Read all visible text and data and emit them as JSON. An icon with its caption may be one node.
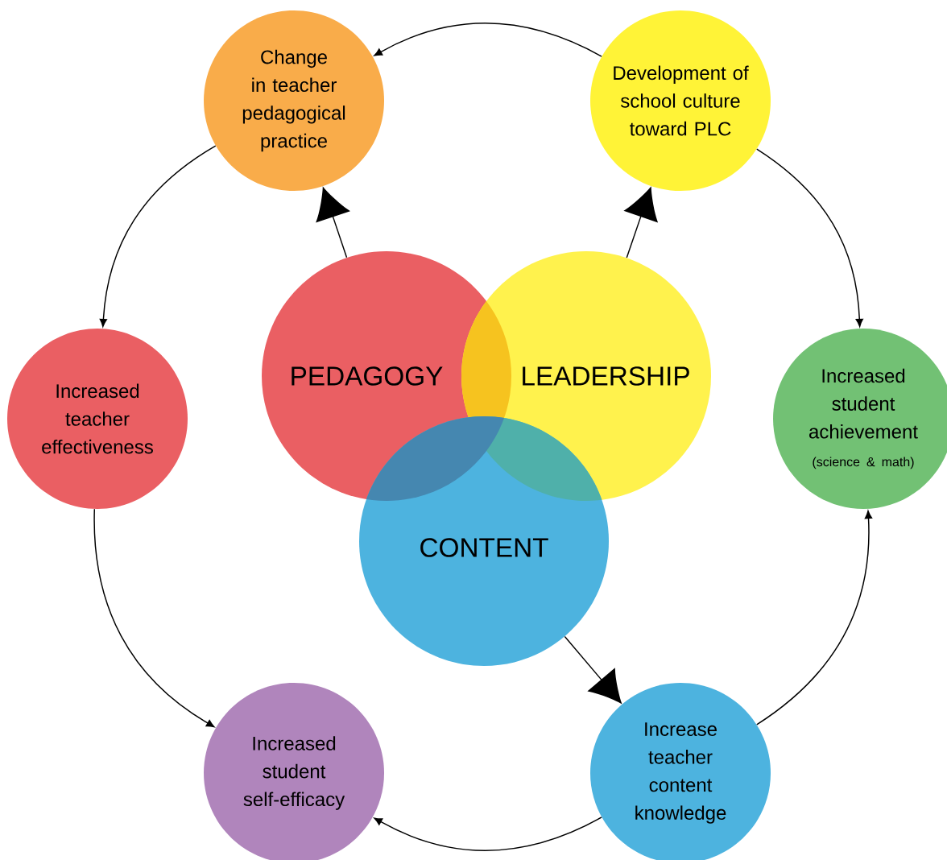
{
  "diagram": {
    "nodes": [
      {
        "text": [
          "Change in teacher pedagogical practice"
        ]
      },
      {
        "text": [
          "Development of school culture toward PLC"
        ]
      },
      {
        "text": [
          "Increased teacher effectiveness"
        ]
      },
      {
        "text": [
          "PEDAGOGY"
        ]
      },
      {
        "text": [
          "LEADERSHIP"
        ]
      },
      {
        "text": [
          "Increased student achievement",
          "(science & math)"
        ]
      },
      {
        "text": [
          "CONTENT"
        ]
      },
      {
        "text": [
          "Increased student self-efficacy"
        ]
      },
      {
        "text": [
          "Increase teacher content knowledge"
        ]
      }
    ],
    "edges": [
      {
        "from": 1,
        "to": 0,
        "arrow": "to"
      },
      {
        "from": 0,
        "to": 2,
        "arrow": "to"
      },
      {
        "from": 2,
        "to": 7,
        "arrow": "to"
      },
      {
        "from": 8,
        "to": 7,
        "arrow": "to"
      },
      {
        "from": 8,
        "to": 5,
        "arrow": "to"
      },
      {
        "from": 1,
        "to": 5,
        "arrow": "to"
      },
      {
        "from": 3,
        "to": 0,
        "arrow": "to"
      },
      {
        "from": 4,
        "to": 1,
        "arrow": "to"
      },
      {
        "from": 6,
        "to": 8,
        "arrow": "to"
      }
    ]
  }
}
